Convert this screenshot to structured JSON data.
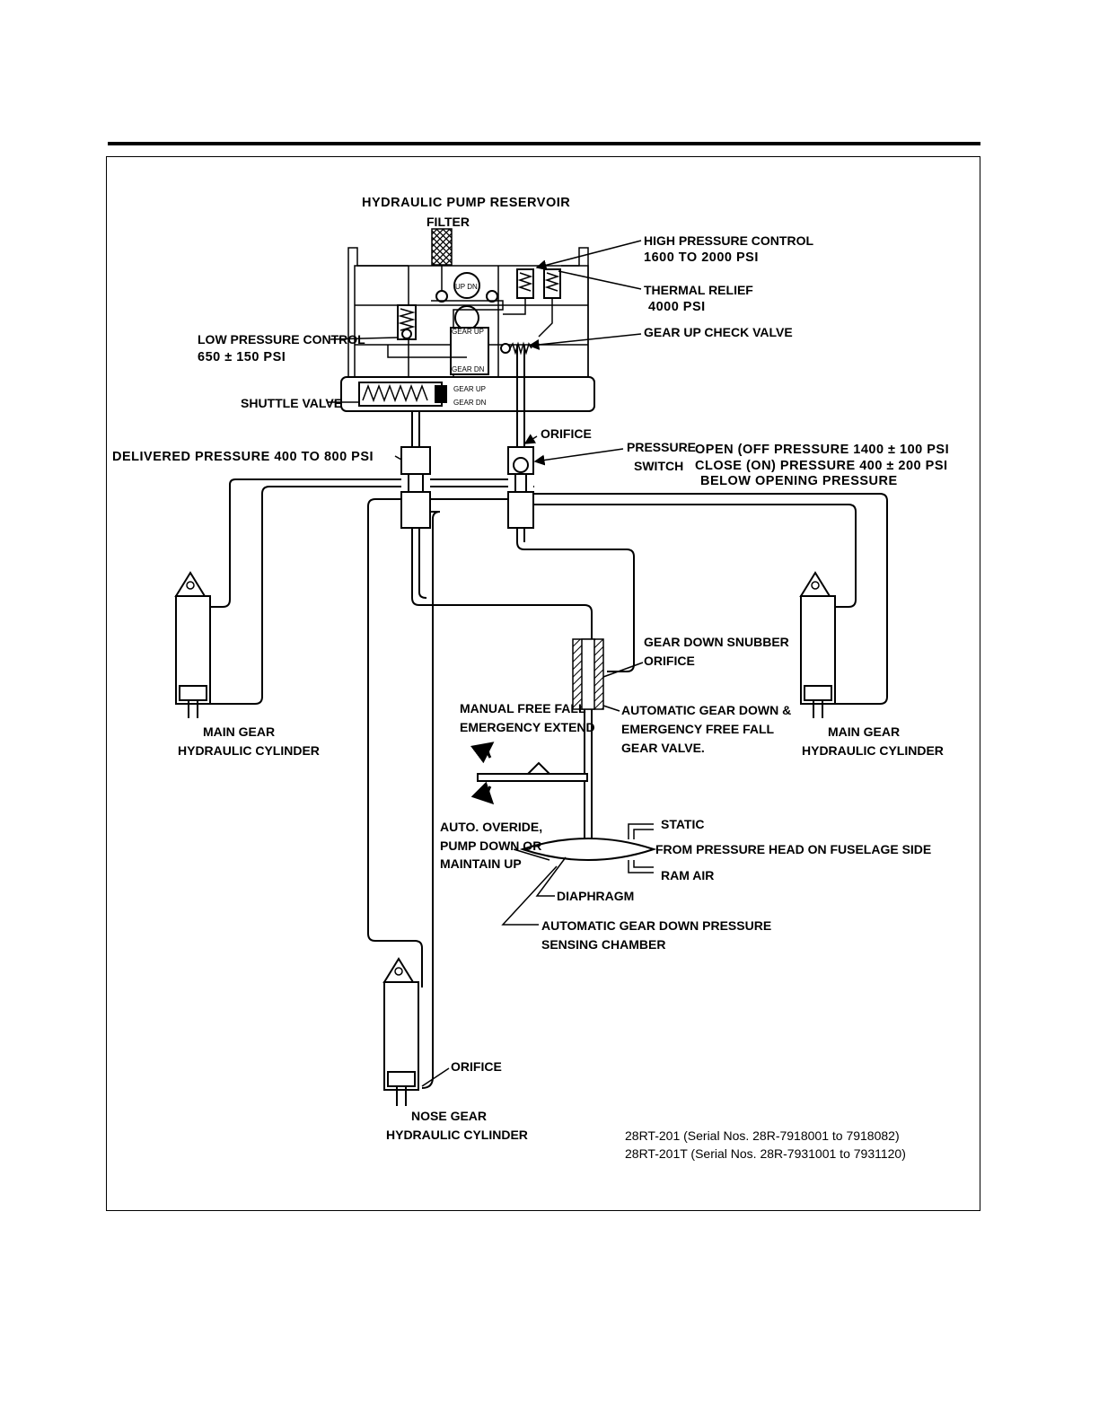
{
  "labels": {
    "reservoir": "HYDRAULIC PUMP RESERVOIR",
    "filter": "FILTER",
    "high_pressure_1": "HIGH PRESSURE CONTROL",
    "high_pressure_2": "1600 TO 2000 PSI",
    "thermal_1": "THERMAL RELIEF",
    "thermal_2": "4000 PSI",
    "gear_up_check": "GEAR UP CHECK VALVE",
    "low_pressure_1": "LOW PRESSURE CONTROL",
    "low_pressure_2": "650 ± 150 PSI",
    "shuttle": "SHUTTLE VALVE",
    "gear_up_small": "GEAR UP",
    "gear_dn_small": "GEAR DN",
    "updn": "UP DN",
    "gear_up_inner": "GEAR UP",
    "gear_dn_inner": "GEAR DN",
    "orifice_top": "ORIFICE",
    "delivered": "DELIVERED PRESSURE 400 TO 800 PSI",
    "pressure_switch_1": "PRESSURE",
    "pressure_switch_2": "SWITCH",
    "open_off": "OPEN (OFF PRESSURE 1400 ± 100 PSI",
    "close_on": "CLOSE (ON) PRESSURE 400 ± 200 PSI",
    "below_opening": "BELOW OPENING PRESSURE",
    "main_gear_left_1": "MAIN GEAR",
    "main_gear_left_2": "HYDRAULIC CYLINDER",
    "main_gear_right_1": "MAIN GEAR",
    "main_gear_right_2": "HYDRAULIC CYLINDER",
    "snubber_1": "GEAR DOWN SNUBBER",
    "snubber_2": "ORIFICE",
    "manual_1": "MANUAL FREE FALL",
    "manual_2": "EMERGENCY EXTEND",
    "auto_gear_1": "AUTOMATIC GEAR DOWN &",
    "auto_gear_2": "EMERGENCY FREE FALL",
    "auto_gear_3": "GEAR VALVE.",
    "static": "STATIC",
    "pressure_head": "FROM PRESSURE HEAD ON FUSELAGE SIDE",
    "ram_air": "RAM AIR",
    "override_1": "AUTO. OVERIDE,",
    "override_2": "PUMP DOWN OR",
    "override_3": "MAINTAIN UP",
    "diaphragm": "DIAPHRAGM",
    "sensing_1": "AUTOMATIC GEAR DOWN PRESSURE",
    "sensing_2": "SENSING CHAMBER",
    "orifice_nose": "ORIFICE",
    "nose_gear_1": "NOSE GEAR",
    "nose_gear_2": "HYDRAULIC CYLINDER",
    "serial_1": "28RT-201 (Serial Nos. 28R-7918001 to 7918082)",
    "serial_2": "28RT-201T (Serial Nos. 28R-7931001 to 7931120)"
  }
}
